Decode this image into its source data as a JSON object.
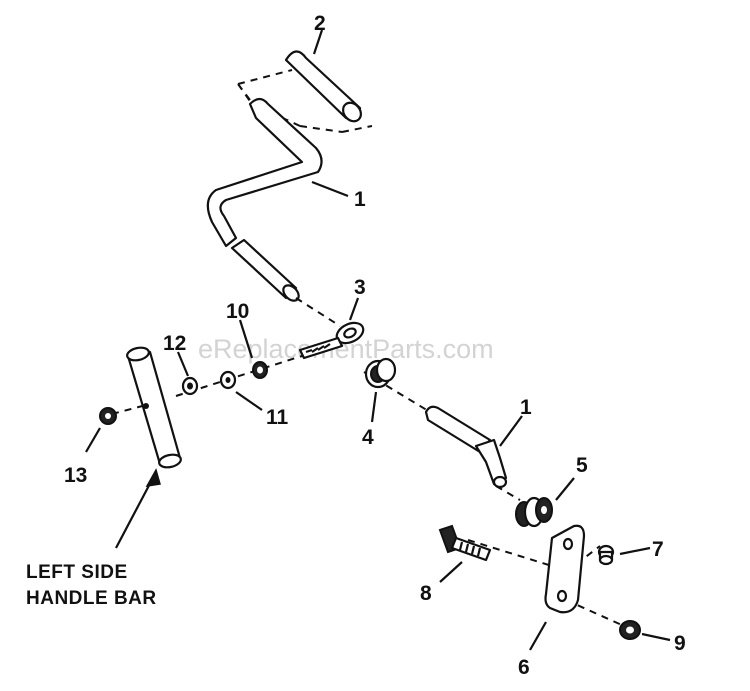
{
  "watermark": "eReplacementParts.com",
  "callouts": {
    "c1_upper": "1",
    "c1_lower": "1",
    "c2": "2",
    "c3": "3",
    "c4": "4",
    "c5": "5",
    "c6": "6",
    "c7": "7",
    "c8": "8",
    "c9": "9",
    "c10": "10",
    "c11": "11",
    "c12": "12",
    "c13": "13"
  },
  "handle_label": {
    "line1": "LEFT SIDE",
    "line2": "HANDLE BAR"
  }
}
